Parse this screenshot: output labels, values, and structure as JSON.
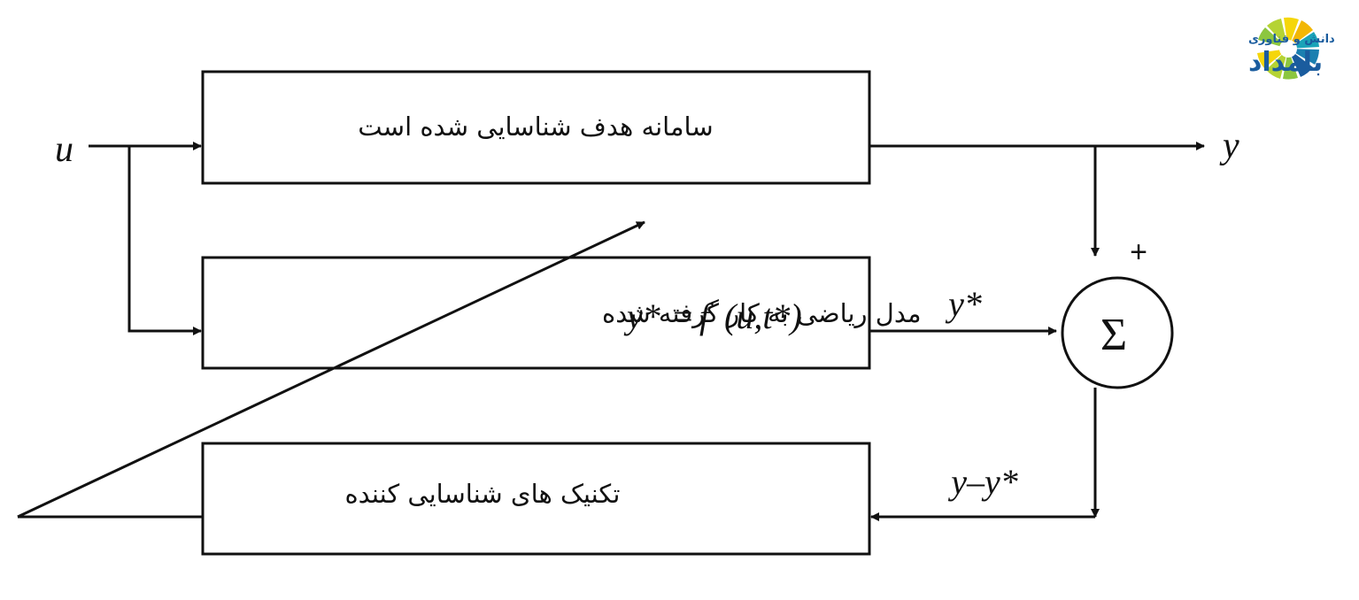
{
  "logo": {
    "name": "دانش و فناوری",
    "brand": "بامداد"
  },
  "blocks": {
    "target_system": "سامانه هدف شناسایی شده است",
    "math_model": "مدل ریاضی به کار گرفته شده",
    "identification_techniques": "تکنیک های شناسایی کننده"
  },
  "equation": {
    "lhs": "y*",
    "eq": "=",
    "func": "f",
    "args": "(u,t*)"
  },
  "signals": {
    "input": "u",
    "output": "y",
    "model_output": "y*",
    "error": "y–y*",
    "summer_symbol": "Σ",
    "summer_plus": "+"
  },
  "colors": {
    "stroke": "#111111",
    "logo_blue": "#1a5c9e",
    "logo_green": "#8cc63f",
    "logo_yellow": "#f5d60a",
    "logo_teal": "#1aa3b8"
  }
}
